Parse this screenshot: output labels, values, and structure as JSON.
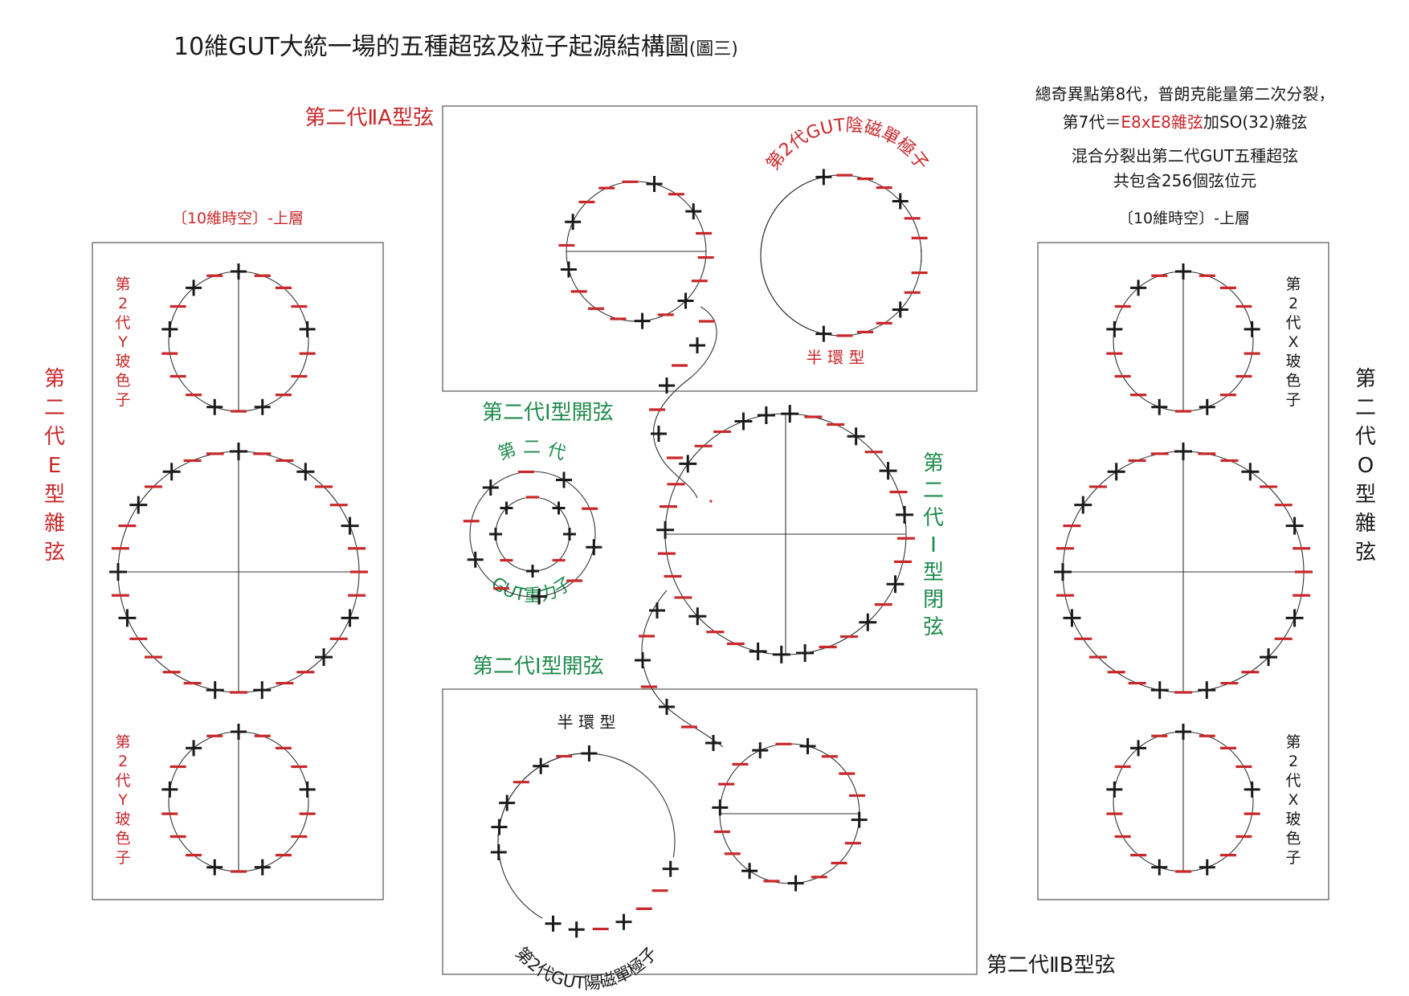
{
  "title": "10維GUT大統一場的五種超弦及粒子起源結構圖",
  "title_suffix": "(圖三)",
  "info": {
    "line1": "總奇異點第8代，普朗克能量第二次分裂，",
    "line2_pre": "第7代＝",
    "line2_e8": "E8xE8雜弦",
    "line2_post": "加SO(32)雜弦",
    "line3": "混合分裂出第二代GUT五種超弦",
    "line4": "共包含256個弦位元"
  },
  "labels": {
    "iia_string": "第二代ⅡA型弦",
    "iib_string": "第二代ⅡB型弦",
    "spacetime_left": "〔10維時空〕-上層",
    "spacetime_right": "〔10維時空〕-上層",
    "e_string": "第二代E型雜弦",
    "o_string": "第二代O型雜弦",
    "y_boson_top": "第2代Y玻色子",
    "y_boson_bottom": "第2代Y玻色子",
    "x_boson_top": "第2代X玻色子",
    "x_boson_bottom": "第2代X玻色子",
    "monopole_neg": "第2代GUT陰磁單極子",
    "monopole_pos": "第2代GUT陽磁單極子",
    "half_ring_top": "半 環 型",
    "half_ring_bottom": "半 環 型",
    "open_string_top": "第二代I型開弦",
    "open_string_bottom": "第二代I型開弦",
    "closed_string": "第二代I型閉弦",
    "graviton_top": "第 二 代",
    "graviton_bottom": "GUT重力子"
  },
  "colors": {
    "red": "#c8282a",
    "green": "#1f8a4c",
    "black": "#1a1a1a"
  }
}
